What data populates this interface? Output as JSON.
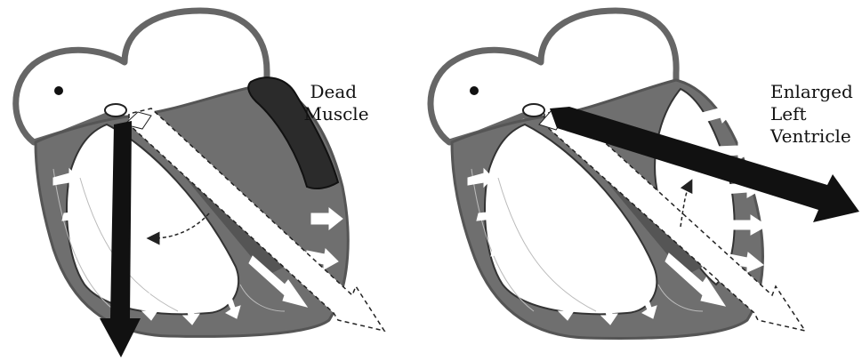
{
  "panels": [
    {
      "id": "left",
      "label_lines": [
        "Dead",
        "Muscle"
      ]
    },
    {
      "id": "right",
      "label_lines": [
        "Enlarged",
        "Left",
        "Ventricle"
      ]
    }
  ],
  "colors": {
    "muscle": "#6f6f6f",
    "dead_muscle": "#2b2b2b",
    "outline": "#666666",
    "vector": "#111111"
  }
}
